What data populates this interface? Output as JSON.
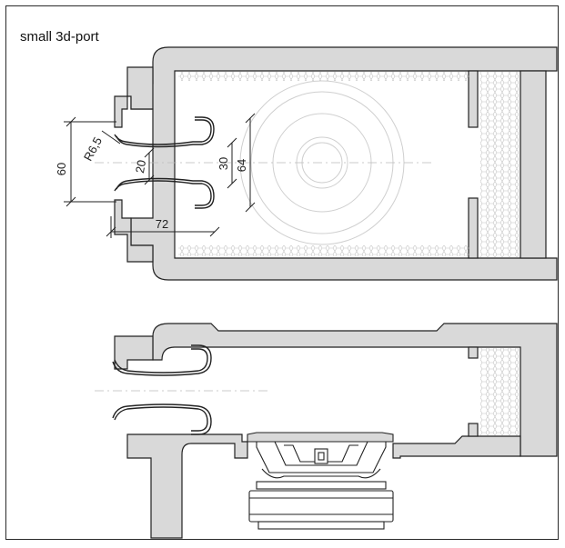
{
  "title": "small 3d-port",
  "dimensions": {
    "d60": "60",
    "r65": "R6,5",
    "d20": "20",
    "d30": "30",
    "d64": "64",
    "d72": "72"
  },
  "colors": {
    "wall_fill": "#d9d9d9",
    "stroke": "#222222",
    "damping": "#bdbdbd",
    "driver_ghost": "#c8c8c8"
  }
}
